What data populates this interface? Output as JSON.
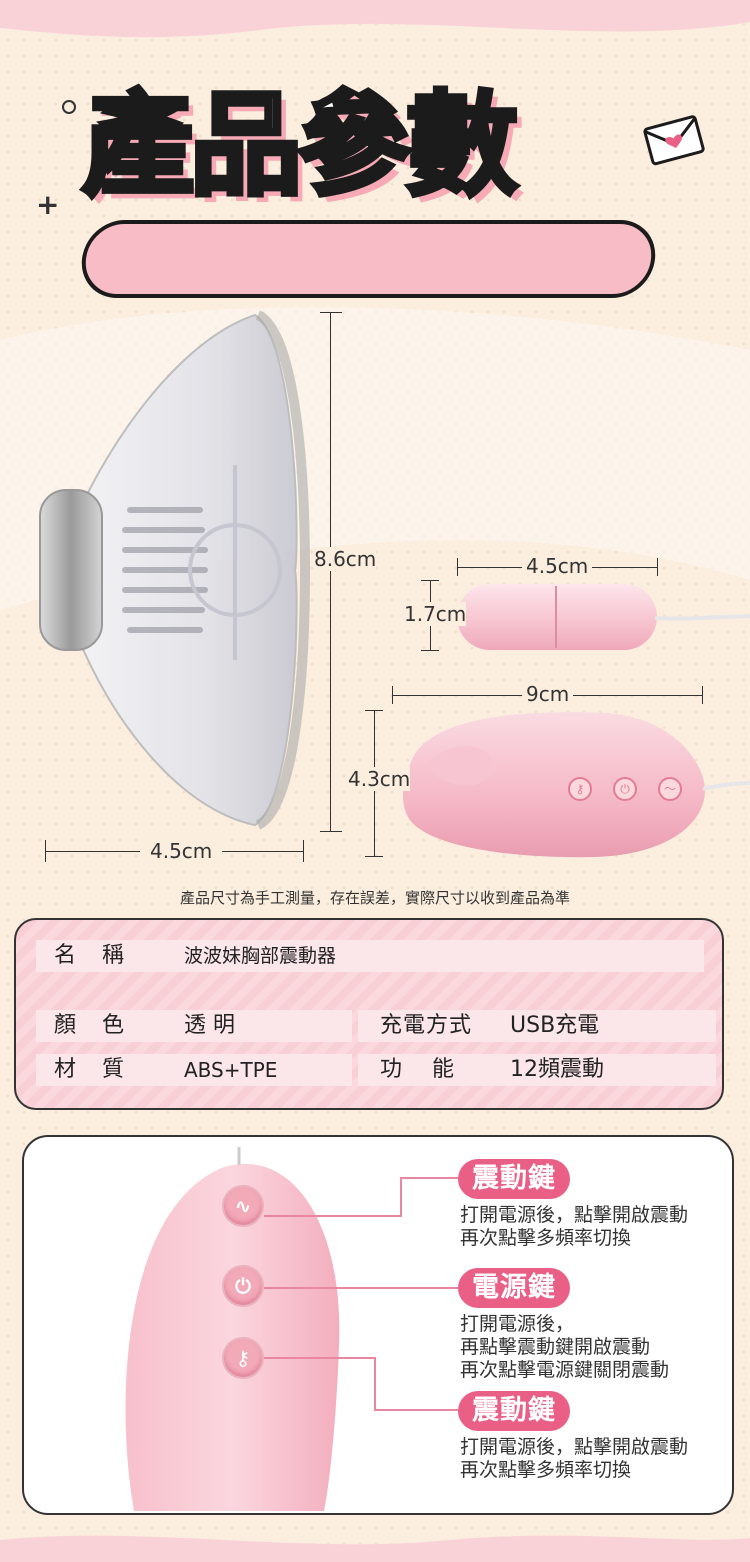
{
  "page": {
    "title": "產品參數",
    "colors": {
      "background": "#fbeedf",
      "accent": "#ea5f86",
      "pink": "#f7bcc6"
    }
  },
  "dimensions": {
    "cup_height": "8.6cm",
    "cup_width": "4.5cm",
    "bullet_length": "4.5cm",
    "bullet_diameter": "1.7cm",
    "remote_length": "9cm",
    "remote_height": "4.3cm"
  },
  "note": "產品尺寸為手工測量，存在誤差，實際尺寸以收到產品為準",
  "specs": {
    "name_label": "名　稱",
    "name_value": "波波妹胸部震動器",
    "color_label": "顏　色",
    "color_value": "透 明",
    "charge_label": "充電方式",
    "charge_value": "USB充電",
    "material_label": "材　質",
    "material_value": "ABS+TPE",
    "function_label": "功　能",
    "function_value": "12頻震動"
  },
  "buttons": [
    {
      "title": "震動鍵",
      "icon": "vibration-wave-icon",
      "desc1": "打開電源後，點擊開啟震動",
      "desc2": "再次點擊多頻率切換",
      "desc3": ""
    },
    {
      "title": "電源鍵",
      "icon": "power-icon",
      "desc1": "打開電源後，",
      "desc2": "再點擊震動鍵開啟震動",
      "desc3": "再次點擊電源鍵關閉震動"
    },
    {
      "title": "震動鍵",
      "icon": "key-icon",
      "desc1": "打開電源後，點擊開啟震動",
      "desc2": "再次點擊多頻率切換",
      "desc3": ""
    }
  ]
}
